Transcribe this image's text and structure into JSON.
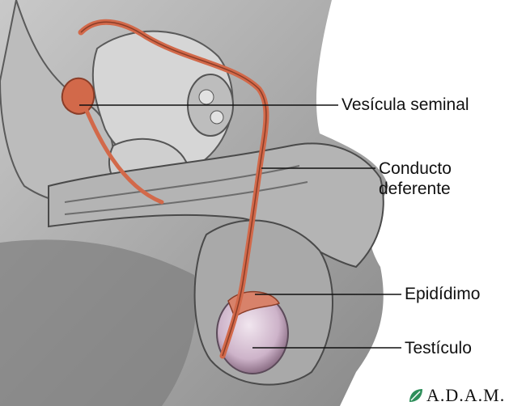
{
  "labels": {
    "vesicula": "Vesícula seminal",
    "conducto": "Conducto\ndeferente",
    "epididimo": "Epidídimo",
    "testiculo": "Testículo"
  },
  "logo": {
    "text": "A.D.A.M.",
    "icon": "adam-leaf-icon"
  },
  "colors": {
    "vas_deferens": "#d2694a",
    "tissue_gray": "#9a9a9a",
    "testicle": "#d9c5d6",
    "accent_green": "#2f8f5b"
  }
}
